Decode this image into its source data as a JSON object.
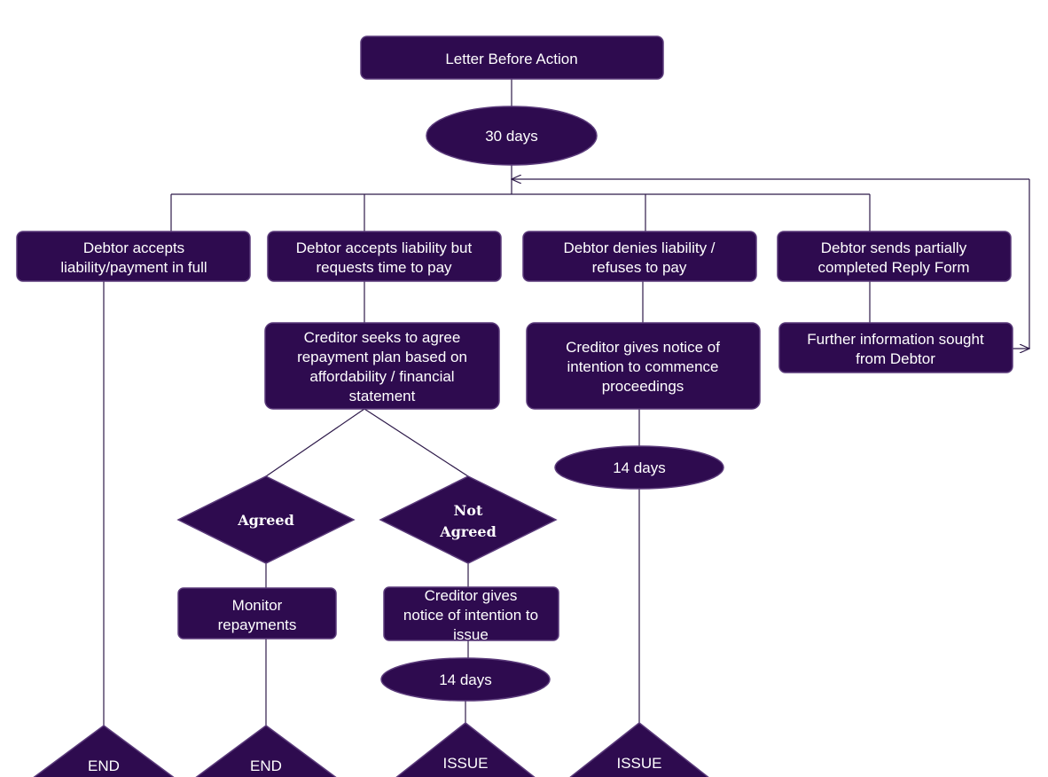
{
  "colors": {
    "node_fill": "#2e0b4f",
    "node_border": "#5a3a7a",
    "connector": "#2e1a4a",
    "text": "#ffffff"
  },
  "nodes": {
    "letter_before_action": "Letter Before Action",
    "wait_30_days": "30 days",
    "accepts_in_full": [
      "Debtor accepts",
      "liability/payment in full"
    ],
    "accepts_time_to_pay": [
      "Debtor accepts liability but",
      "requests time to pay"
    ],
    "denies_liability": [
      "Debtor denies liability /",
      "refuses to pay"
    ],
    "partial_reply_form": [
      "Debtor sends partially",
      "completed Reply Form"
    ],
    "repayment_plan": [
      "Creditor seeks to agree",
      "repayment plan based on",
      "affordability / financial",
      "statement"
    ],
    "notice_commence": [
      "Creditor gives notice of",
      "intention to commence",
      "proceedings"
    ],
    "further_info": [
      "Further information sought",
      "from Debtor"
    ],
    "wait_14_days_right": "14 days",
    "agreed": "Agreed",
    "not_agreed": [
      "Not",
      "Agreed"
    ],
    "monitor_repayments": [
      "Monitor",
      "repayments"
    ],
    "notice_issue": [
      "Creditor gives",
      "notice of intention to",
      "issue"
    ],
    "wait_14_days_mid": "14 days",
    "end_1": "END",
    "end_2": "END",
    "issue_1": "ISSUE",
    "issue_2": "ISSUE"
  }
}
